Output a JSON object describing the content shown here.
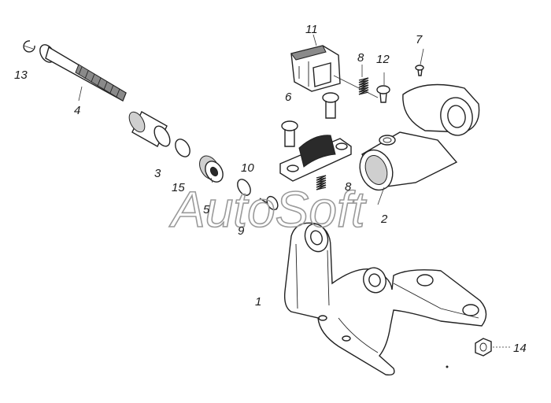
{
  "labels": {
    "p1": "1",
    "p2": "2",
    "p3": "3",
    "p4": "4",
    "p5": "5",
    "p6": "6",
    "p7": "7",
    "p8a": "8",
    "p8b": "8",
    "p9": "9",
    "p10": "10",
    "p11": "11",
    "p12": "12",
    "p13": "13",
    "p14": "14",
    "p15": "15"
  },
  "watermark": "AutoSoft"
}
